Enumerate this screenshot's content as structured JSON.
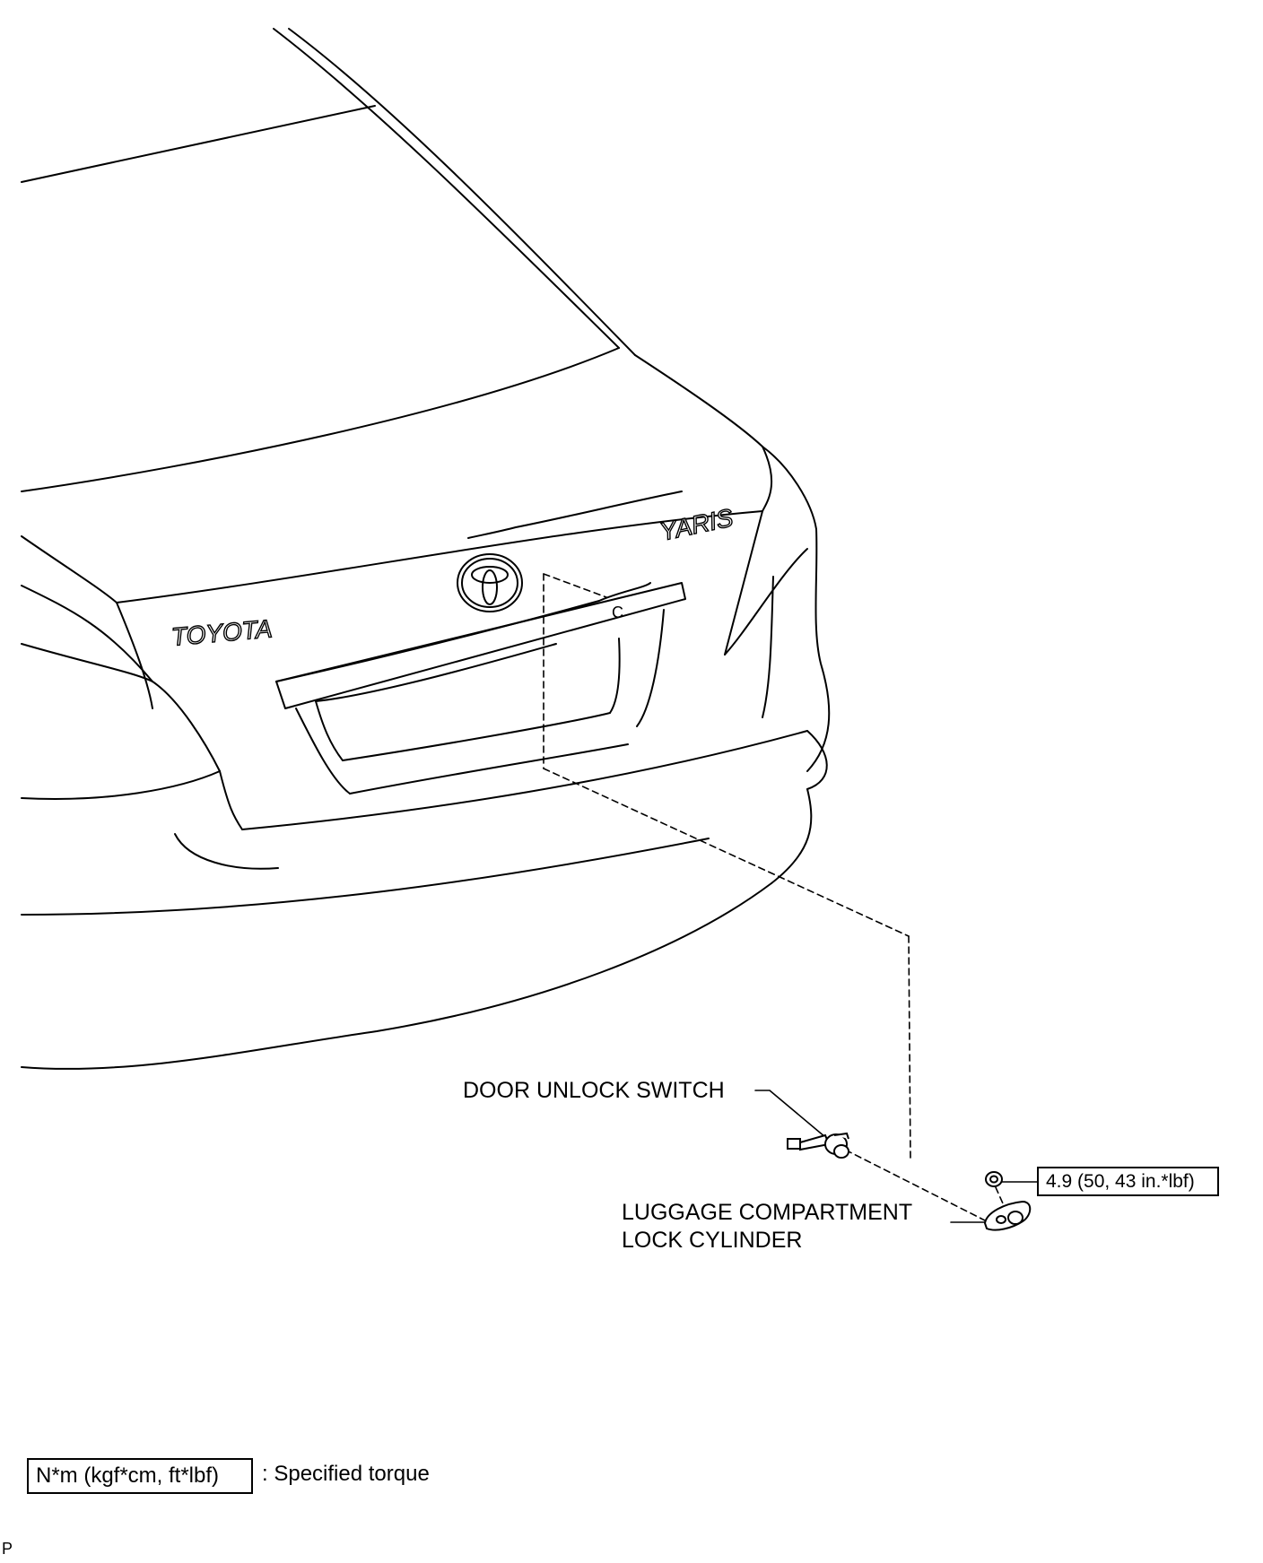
{
  "labels": {
    "door_unlock_switch": "DOOR UNLOCK SWITCH",
    "luggage_lock_cylinder": [
      "LUGGAGE COMPARTMENT",
      "LOCK CYLINDER"
    ],
    "clip_marker": "C"
  },
  "emblems": {
    "brand": "TOYOTA",
    "model": "YARIS"
  },
  "torque": {
    "value": "4.9 (50, 43 in.*lbf)"
  },
  "legend": {
    "units": "N*m (kgf*cm, ft*lbf)",
    "description": ": Specified torque"
  },
  "corner_code": "P"
}
